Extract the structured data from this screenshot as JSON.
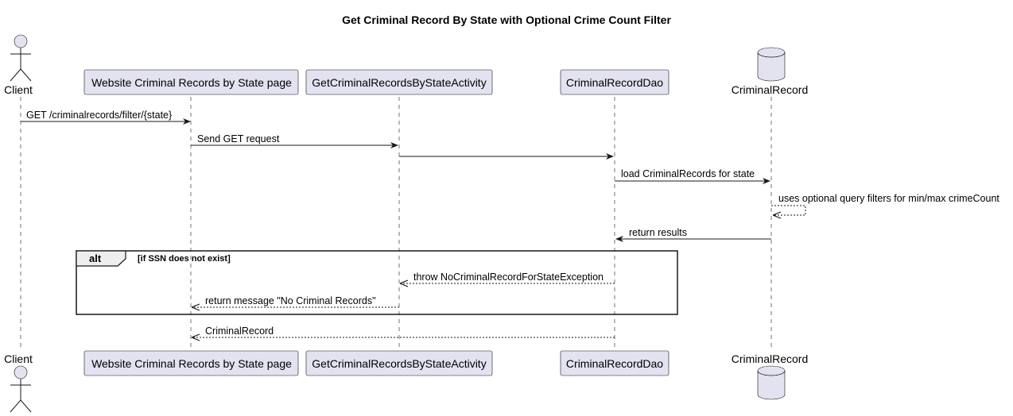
{
  "title": "Get Criminal Record By State with Optional Crime Count Filter",
  "participants": [
    {
      "id": "client",
      "label": "Client",
      "kind": "actor"
    },
    {
      "id": "website",
      "label": "Website Criminal Records by State page",
      "kind": "participant"
    },
    {
      "id": "activity",
      "label": "GetCriminalRecordsByStateActivity",
      "kind": "participant"
    },
    {
      "id": "dao",
      "label": "CriminalRecordDao",
      "kind": "participant"
    },
    {
      "id": "db",
      "label": "CriminalRecord",
      "kind": "database"
    }
  ],
  "messages": [
    {
      "from": "client",
      "to": "website",
      "label": "GET /criminalrecords/filter/{state}",
      "style": "solid"
    },
    {
      "from": "website",
      "to": "activity",
      "label": "Send GET request",
      "style": "solid"
    },
    {
      "from": "activity",
      "to": "dao",
      "label": "",
      "style": "solid"
    },
    {
      "from": "dao",
      "to": "db",
      "label": "load CriminalRecords for state",
      "style": "solid"
    },
    {
      "from": "db",
      "to": "db",
      "label": "uses optional query filters for min/max crimeCount",
      "style": "dashed"
    },
    {
      "from": "db",
      "to": "dao",
      "label": "return results",
      "style": "solid"
    },
    {
      "from": "dao",
      "to": "activity",
      "label": "throw NoCriminalRecordForStateException",
      "style": "dashed"
    },
    {
      "from": "activity",
      "to": "website",
      "label": "return message \"No Criminal Records\"",
      "style": "dashed"
    },
    {
      "from": "dao",
      "to": "website",
      "label": "CriminalRecord",
      "style": "dashed"
    }
  ],
  "alt": {
    "keyword": "alt",
    "condition": "[if SSN does not exist]"
  }
}
